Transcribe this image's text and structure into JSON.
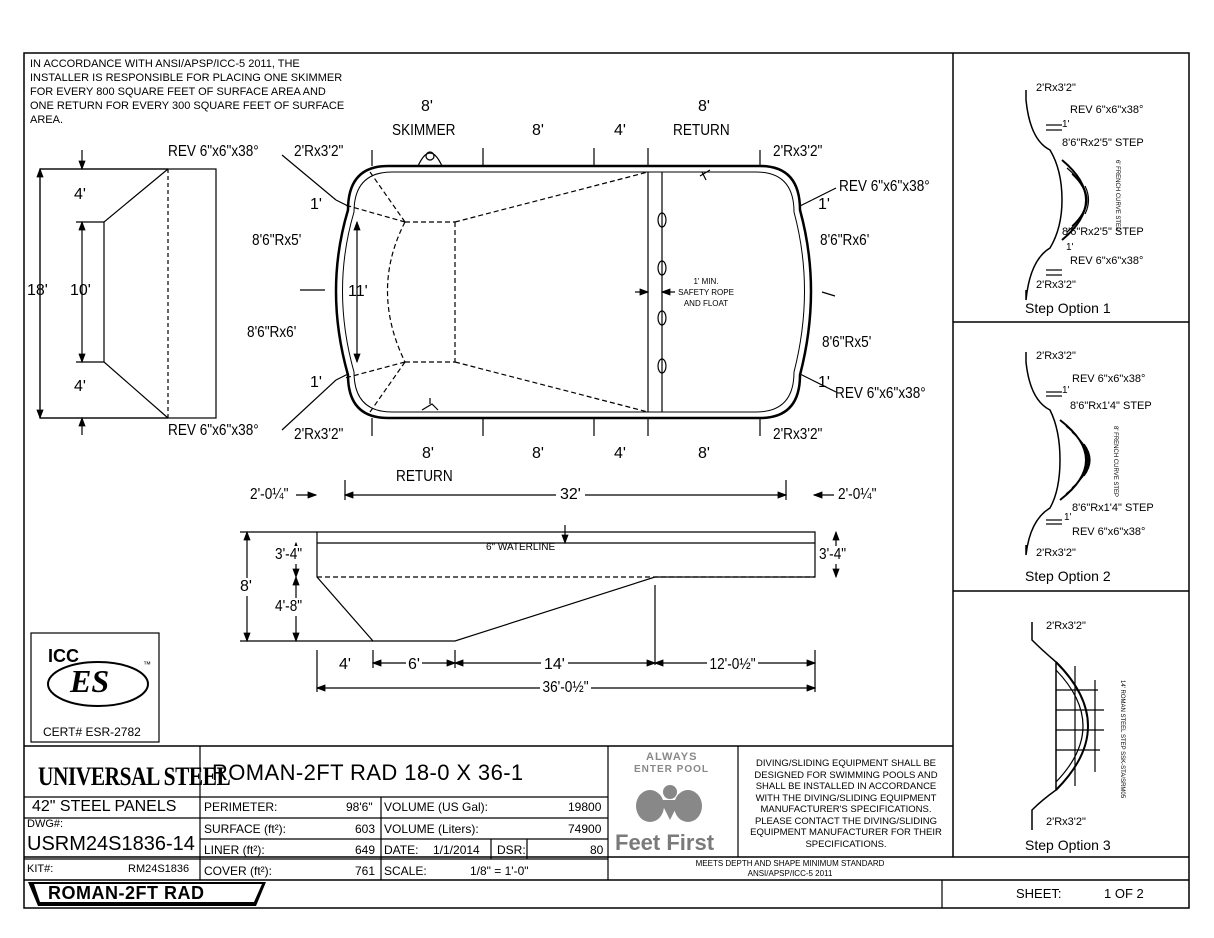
{
  "notes": {
    "installer": "IN ACCORDANCE WITH ANSI/APSP/ICC-5 2011, THE INSTALLER IS RESPONSIBLE FOR PLACING ONE SKIMMER FOR EVERY 800 SQUARE FEET OF SURFACE AREA AND ONE RETURN FOR EVERY 300 SQUARE FEET OF SURFACE AREA.",
    "diving": "DIVING/SLIDING EQUIPMENT SHALL BE DESIGNED FOR SWIMMING POOLS AND SHALL BE INSTALLED IN ACCORDANCE WITH THE DIVING/SLIDING EQUIPMENT MANUFACTURER'S SPECIFICATIONS. PLEASE CONTACT THE DIVING/SLIDING EQUIPMENT MANUFACTURER FOR THEIR SPECIFICATIONS.",
    "meets": "MEETS DEPTH AND SHAPE MINIMUM STANDARD ANSI/APSP/ICC-5 2011"
  },
  "plan": {
    "skimmer": "SKIMMER",
    "return_top": "RETURN",
    "return_bottom": "RETURN",
    "eight_a": "8'",
    "eight_b": "8'",
    "top_8a": "8'",
    "top_4": "4'",
    "bot_8a": "8'",
    "bot_8b": "8'",
    "bot_4": "4'",
    "bot_8c": "8'",
    "rad_tl": "2'Rx3'2\"",
    "rad_tr": "2'Rx3'2\"",
    "rad_bl": "2'Rx3'2\"",
    "rad_br": "2'Rx3'2\"",
    "rev_tl": "REV 6\"x6\"x38°",
    "rev_tr": "REV 6\"x6\"x38°",
    "rev_bl": "REV 6\"x6\"x38°",
    "rev_br": "REV 6\"x6\"x38°",
    "one_tl": "1'",
    "one_tr": "1'",
    "one_bl": "1'",
    "one_br": "1'",
    "r_lu": "8'6\"Rx5'",
    "r_ll": "8'6\"Rx6'",
    "r_ru": "8'6\"Rx6'",
    "r_rl": "8'6\"Rx5'",
    "eleven": "11'",
    "safety": "1' MIN. SAFETY ROPE AND FLOAT",
    "len": "32'",
    "end_l": "2'-0¼\"",
    "end_r": "2'-0¼\""
  },
  "end_view": {
    "w": "18'",
    "inner": "10'",
    "top": "4'",
    "bot": "4'"
  },
  "section": {
    "waterline": "6\" WATERLINE",
    "shallow_l": "3'-4\"",
    "shallow_r": "3'-4\"",
    "deep": "8'",
    "deep_part": "4'-8\"",
    "d1": "4'",
    "d2": "6'",
    "d3": "14'",
    "d4": "12'-0½\"",
    "total": "36'-0½\""
  },
  "cert": {
    "logo_top": "ICC",
    "logo_main": "ES",
    "tm": "™",
    "number": "CERT# ESR-2782"
  },
  "title_block": {
    "brand": "UNIVERSAL STEEL",
    "panels": "42\"  STEEL PANELS",
    "dwg_label": "DWG#:",
    "dwg": "USRM24S1836-14",
    "kit_label": "KIT#:",
    "kit": "RM24S1836",
    "model_badge": "ROMAN-2FT RAD",
    "title": "ROMAN-2FT RAD 18-0 X 36-1",
    "perimeter_label": "PERIMETER:",
    "perimeter": "98'6\"",
    "surface_label": "SURFACE (ft²):",
    "surface": "603",
    "liner_label": "LINER (ft²):",
    "liner": "649",
    "cover_label": "COVER (ft²):",
    "cover": "761",
    "vol_gal_label": "VOLUME (US Gal):",
    "vol_gal": "19800",
    "vol_l_label": "VOLUME (Liters):",
    "vol_l": "74900",
    "date_label": "DATE:",
    "date": "1/1/2014",
    "dsr_label": "DSR:",
    "dsr": "80",
    "scale_label": "SCALE:",
    "scale": "1/8\" = 1'-0\"",
    "always": "ALWAYS",
    "enter_pool": "ENTER POOL",
    "feet_first": "Feet First",
    "sheet_label": "SHEET:",
    "sheet": "1 OF 2"
  },
  "steps": {
    "opt1": {
      "title": "Step Option 1",
      "rad_top": "2'Rx3'2\"",
      "rev_top": "REV 6\"x6\"x38°",
      "one_top": "1'",
      "step_top": "8'6\"Rx2'5\" STEP",
      "curve": "6' FRENCH CURVE STEP",
      "step_bot": "8'6\"Rx2'5\" STEP",
      "one_bot": "1'",
      "rev_bot": "REV 6\"x6\"x38°",
      "rad_bot": "2'Rx3'2\""
    },
    "opt2": {
      "title": "Step Option 2",
      "rad_top": "2'Rx3'2\"",
      "rev_top": "REV 6\"x6\"x38°",
      "one_top": "1'",
      "step_top": "8'6\"Rx1'4\" STEP",
      "curve": "8' FRENCH CURVE STEP",
      "step_bot": "8'6\"Rx1'4\" STEP",
      "one_bot": "1'",
      "rev_bot": "REV 6\"x6\"x38°",
      "rad_bot": "2'Rx3'2\""
    },
    "opt3": {
      "title": "Step Option 3",
      "rad_top": "2'Rx3'2\"",
      "curve": "14' ROMAN STEEL STEP SSK-STA/SRM05",
      "rad_bot": "2'Rx3'2\""
    }
  }
}
